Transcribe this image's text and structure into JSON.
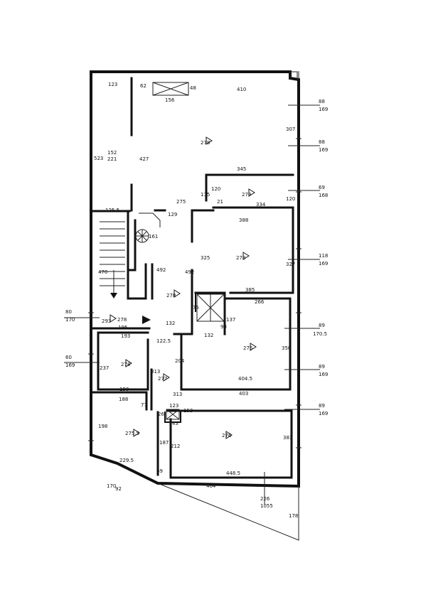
{
  "plan": {
    "labels": {
      "room_top_h": "278",
      "room_top_b": "88",
      "room_top_b2": "169",
      "room_top_b3": "88",
      "room_top_b4": "169",
      "room_small": "279",
      "room_mid": "278",
      "room_mid2": "276",
      "room_bot": "276",
      "hall": "278",
      "corridor_a": "278",
      "corridor_b": "277",
      "corridor_c": "275.5",
      "d410": "410",
      "d156": "156",
      "d62": "62",
      "d48": "48",
      "d123": "123",
      "d523": "523",
      "d221": "221",
      "d152": "152",
      "d125": "125.5",
      "d427": "427",
      "d307": "307",
      "d345": "345",
      "d275": "275",
      "d115": "115",
      "d120": "120",
      "d21": "21",
      "d334": "334",
      "d388": "388",
      "d129": "129",
      "d161": "161",
      "d120b": "120",
      "d69": "69",
      "d168": "168",
      "d470": "470",
      "d492": "492",
      "d492b": "492",
      "d325": "325",
      "d327": "327",
      "d118": "118",
      "d169": "169",
      "d385": "385",
      "d266": "266",
      "d75": "75",
      "d93": "93",
      "d137": "137",
      "d132": "132",
      "d132b": "132",
      "d170": "170",
      "d80": "80",
      "d293": "293",
      "d195": "195",
      "d1225": "122.5",
      "d350": "350",
      "d1705": "170.5",
      "d89": "89",
      "d193": "193",
      "d204": "204",
      "d4045": "404.5",
      "d237": "237",
      "d313": "313",
      "d313b": "313",
      "d190": "190",
      "d403": "403",
      "d188": "188",
      "d77": "77",
      "d123b": "123",
      "d26": "26",
      "d43": "43",
      "d153": "153",
      "d198": "198",
      "d187": "187",
      "d212": "212",
      "d383": "383",
      "d2295": "229.5",
      "d4485": "448.5",
      "d69b": "69",
      "d464": "464",
      "d1705b": "170",
      "d92": "92",
      "d226": "226",
      "d1055": "1055",
      "d178": "178",
      "d190w": "169",
      "d60": "60"
    }
  }
}
